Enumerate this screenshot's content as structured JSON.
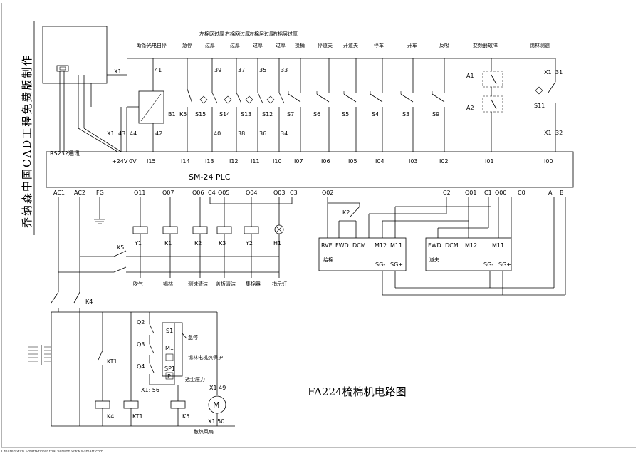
{
  "title": "FA224梳棉机电路图",
  "watermark_text": "乔纳森中国CAD工程免费版制作",
  "footer": "Created with SmartPrinter trial version www.s-smart.com",
  "plc": {
    "name": "SM-24  PLC",
    "comm": "RS232通讯",
    "top_terminals": [
      "+24V",
      "0V",
      "I15",
      "I14",
      "I13",
      "I12",
      "I11",
      "I10",
      "I07",
      "I06",
      "I05",
      "I04",
      "I03",
      "I02",
      "I01",
      "I00"
    ],
    "bottom_left": [
      "AC1",
      "AC2",
      "FG",
      "Q11",
      "Q07",
      "Q06",
      "C4",
      "Q05",
      "Q04",
      "Q03",
      "C3",
      "Q02"
    ],
    "bottom_right": [
      "C2",
      "Q01",
      "C1",
      "Q00",
      "C0",
      "A",
      "B"
    ]
  },
  "inputs": {
    "labels": [
      "断条光电自停",
      "急停",
      "左棉网过厚",
      "右棉网过厚",
      "左棉层过厚",
      "右棉层过厚",
      "换桶",
      "停道夫",
      "开道夫",
      "停车",
      "开车",
      "反吸",
      "变频器故障",
      "锡林测速"
    ],
    "wire_top": [
      "41",
      "39",
      "37",
      "35",
      "33",
      "31"
    ],
    "wire_bottom": [
      "42",
      "40",
      "38",
      "36",
      "34",
      "32"
    ],
    "x1_tags": [
      "X1",
      "X1",
      "X1",
      "X1"
    ],
    "x1_mid": [
      "43",
      "44"
    ],
    "switches": [
      "B1",
      "K5",
      "S15",
      "S14",
      "S13",
      "S12",
      "S7",
      "S6",
      "S5",
      "S4",
      "S3",
      "S9",
      "A1",
      "A2",
      "S11"
    ]
  },
  "outputs": {
    "coils": [
      "Y1",
      "K1",
      "K2",
      "K3",
      "Y2",
      "H1"
    ],
    "names": [
      "吹气",
      "锡林",
      "测速清洁",
      "盖板清洁",
      "集棉器",
      "指示灯"
    ],
    "k5": "K5",
    "k4": "K4",
    "k2": "K2"
  },
  "inverters": [
    {
      "name": "给棉",
      "terms": [
        "RVE",
        "FWD",
        "DCM",
        "M12",
        "M11"
      ],
      "sg": [
        "SG-",
        "SG+"
      ]
    },
    {
      "name": "道夫",
      "terms": [
        "FWD",
        "DCM",
        "M12",
        "M11"
      ],
      "sg": [
        "SG-",
        "SG+"
      ]
    }
  ],
  "motor_circuit": {
    "contacts": [
      "Q2",
      "Q3",
      "Q4"
    ],
    "relays": [
      "KT1",
      "K4",
      "KT1",
      "K5"
    ],
    "s1": "S1",
    "s1_name": "急停",
    "m1": "M1",
    "t_label": "T",
    "t_name": "锡林电机热保护",
    "sp1": "SP1",
    "p_label": "P",
    "sp1_name": "选尘压力",
    "x1_56": "X1: 56",
    "x1_49": "X1  49",
    "x1_50": "X1 50",
    "motor": "M",
    "fan": "散热风扇"
  }
}
